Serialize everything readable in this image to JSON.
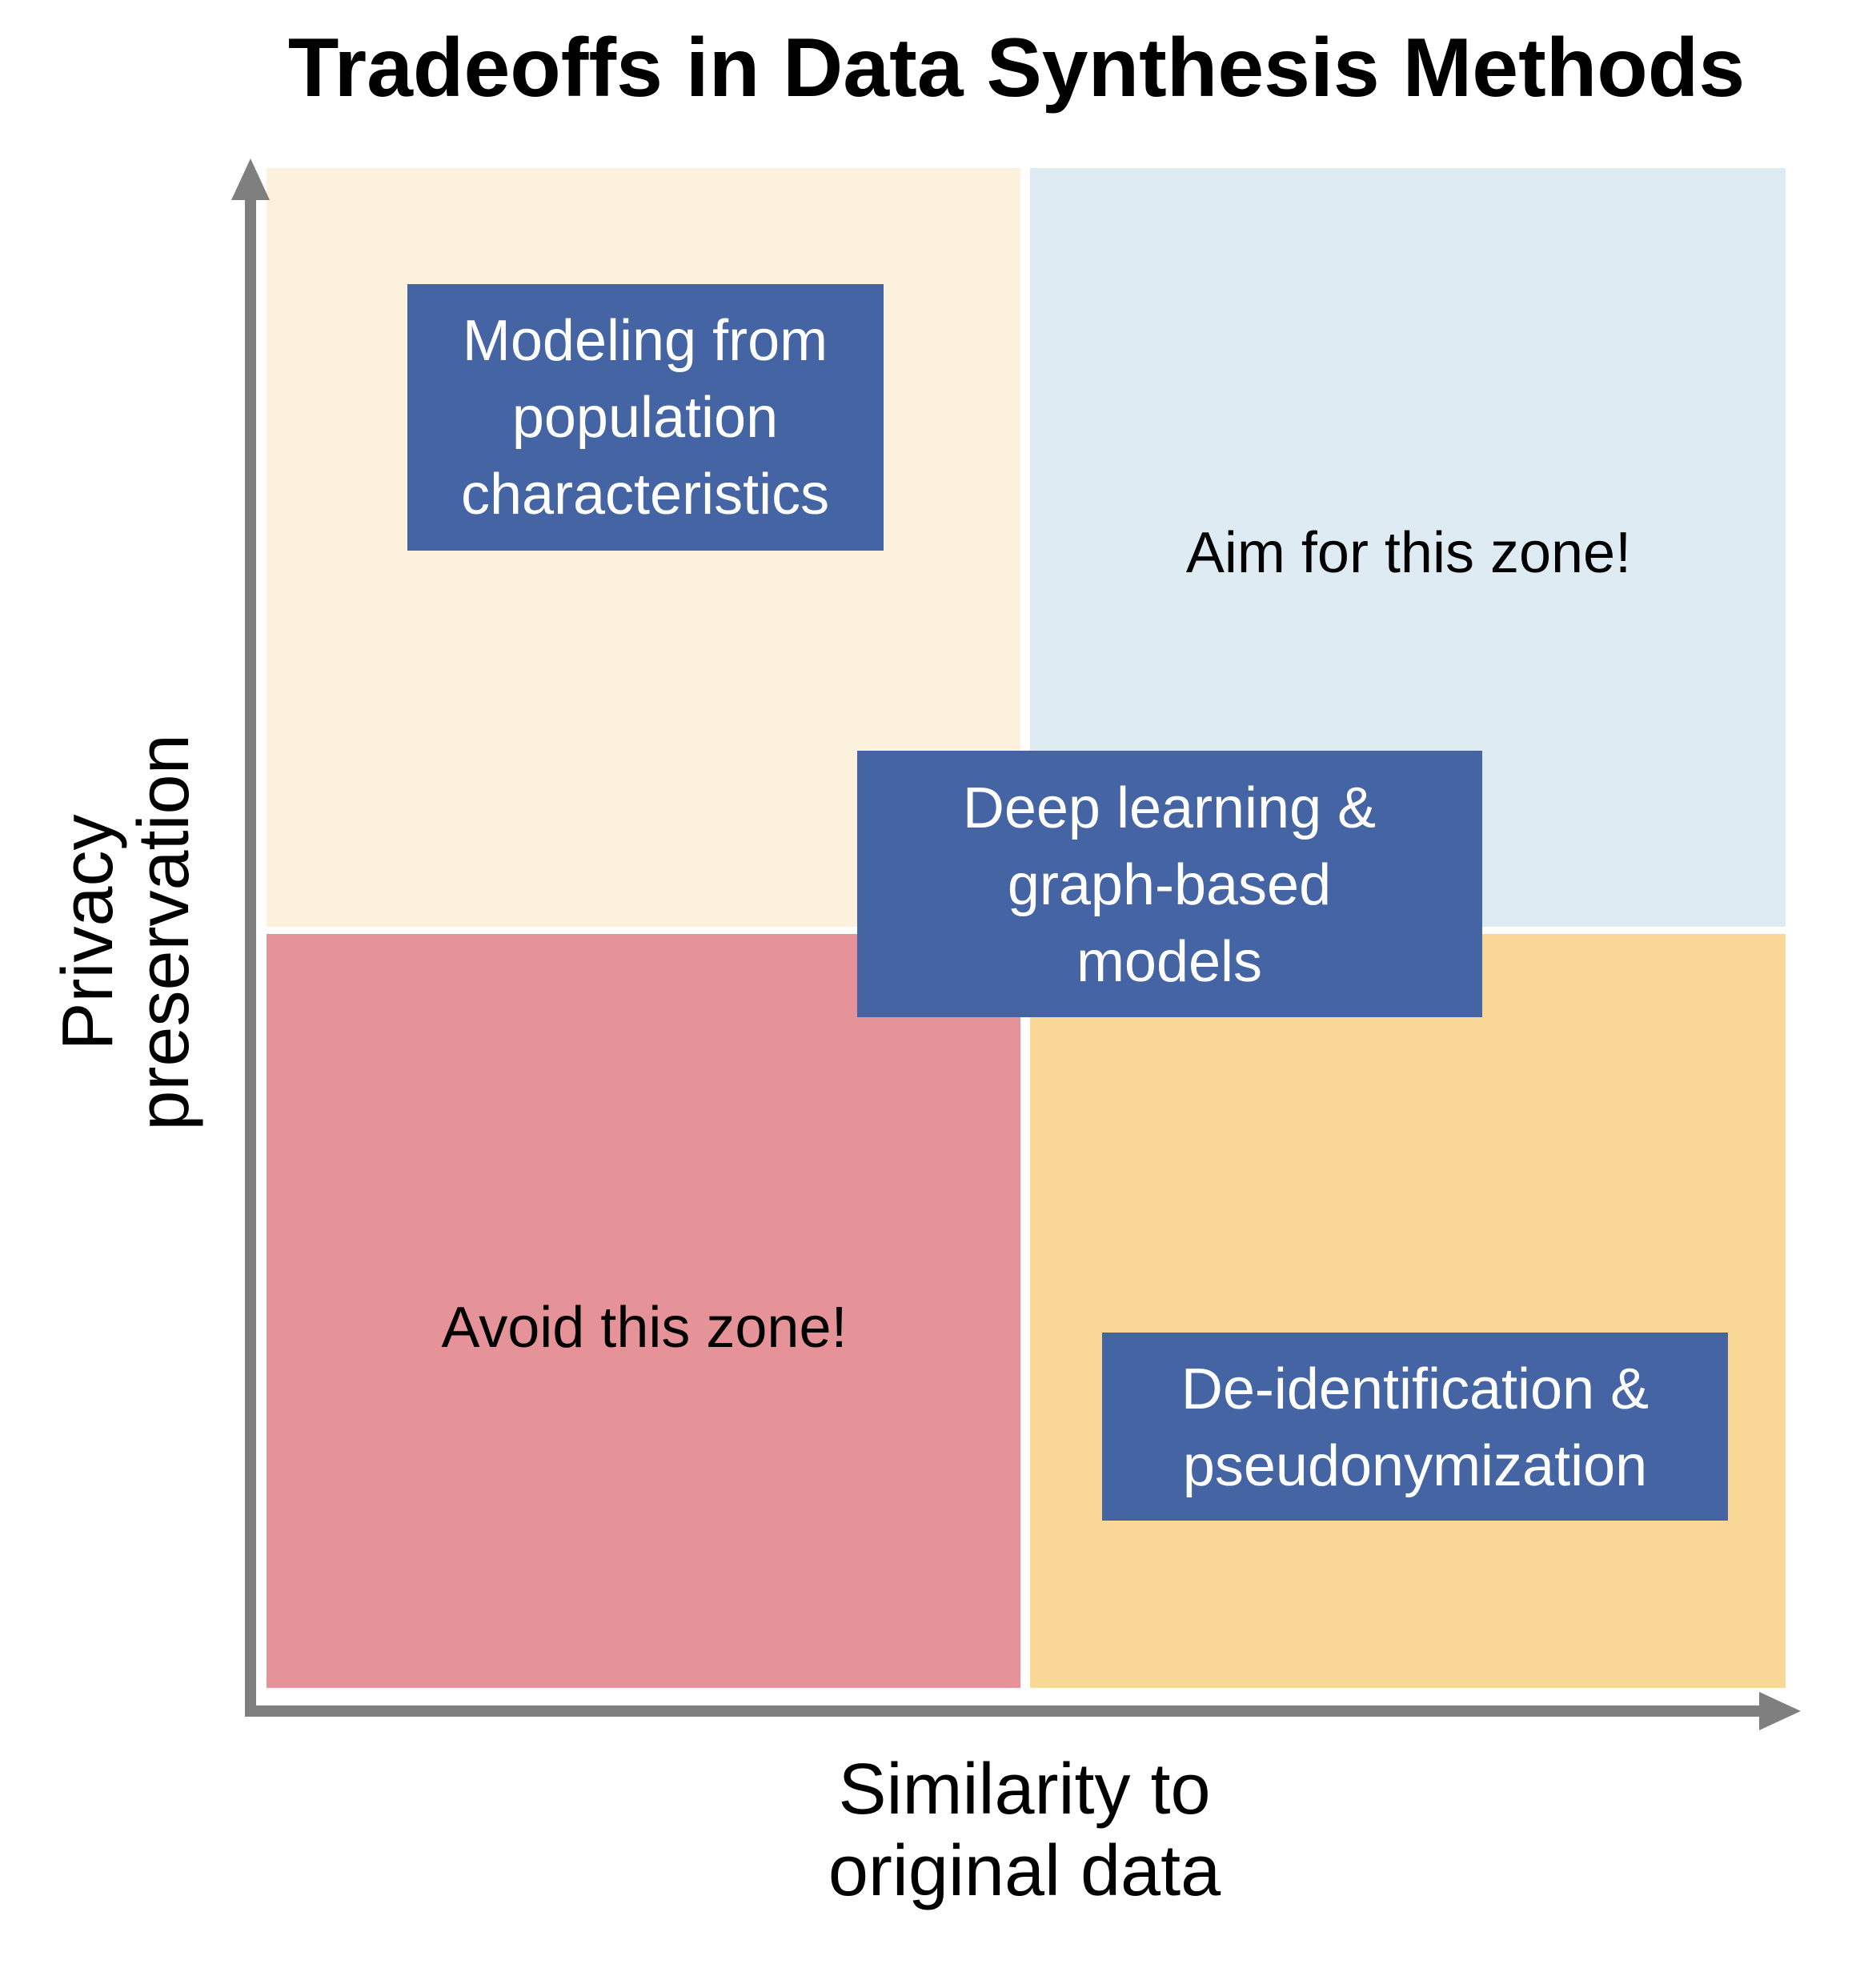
{
  "title": "Tradeoffs in Data Synthesis Methods",
  "axes": {
    "y_label_line1": "Privacy",
    "y_label_line2": "preservation",
    "x_label_line1": "Similarity to",
    "x_label_line2": "original data"
  },
  "quadrants": {
    "top_left": {
      "color": "#fcf1dc"
    },
    "top_right": {
      "color": "#deebf3",
      "label": "Aim for this zone!"
    },
    "bottom_left": {
      "color": "#e59398",
      "label": "Avoid this zone!"
    },
    "bottom_right": {
      "color": "#f8d797"
    }
  },
  "methods": {
    "population": {
      "line1": "Modeling from",
      "line2": "population",
      "line3": "characteristics"
    },
    "deep_learning": {
      "line1": "Deep learning &",
      "line2": "graph-based",
      "line3": "models"
    },
    "deidentification": {
      "line1": "De-identification &",
      "line2": "pseudonymization"
    }
  },
  "colors": {
    "method_box": "#4564a3",
    "axis": "#7f7f7f"
  }
}
